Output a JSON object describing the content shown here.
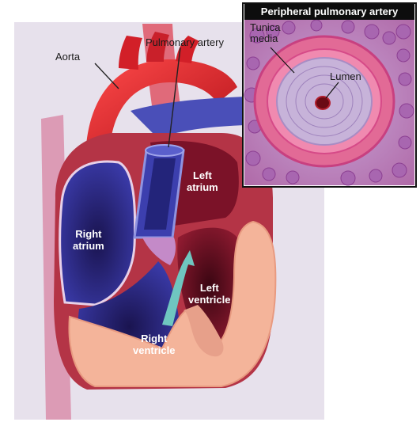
{
  "inset": {
    "title": "Peripheral pulmonary  artery"
  },
  "labels": {
    "aorta": "Aorta",
    "pulmonary_artery": "Pulmonary artery",
    "tunica_media": "Tunica\nmedia",
    "lumen": "Lumen",
    "left_atrium": "Left\natrium",
    "right_atrium": "Right\natrium",
    "left_ventricle": "Left\nventricle",
    "right_ventricle": "Right\nventricle"
  },
  "colors": {
    "background_panel": "#e7e1ec",
    "aorta_red": "#d21f28",
    "vein_blue": "#2b2f9a",
    "chamber_dark_red": "#5a0d1c",
    "muscle_peach": "#f4b49a",
    "vessel_wall_pink": "#e0507e",
    "media_lavender": "#c7b3d9"
  }
}
